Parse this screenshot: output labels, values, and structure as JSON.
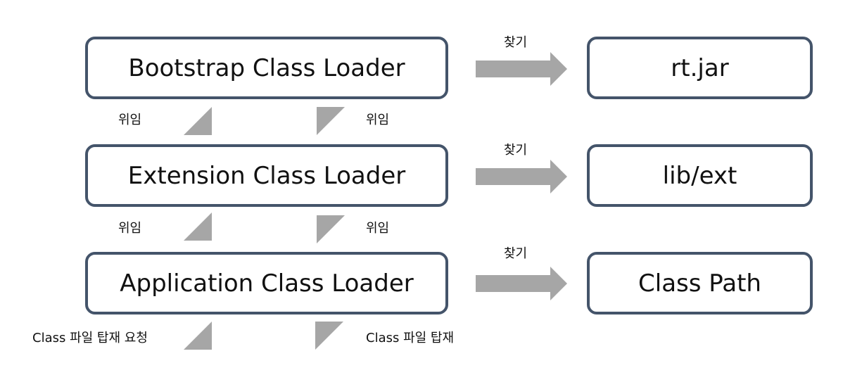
{
  "diagram": {
    "loaders": [
      {
        "label": "Bootstrap Class Loader",
        "target": "rt.jar",
        "find": "찾기"
      },
      {
        "label": "Extension Class Loader",
        "target": "lib/ext",
        "find": "찾기"
      },
      {
        "label": "Application Class Loader",
        "target": "Class Path",
        "find": "찾기"
      }
    ],
    "delegation": {
      "up_1": "위임",
      "down_1": "위임",
      "up_2": "위임",
      "down_2": "위임"
    },
    "requests": {
      "load_request": "Class 파일 탑재 요청",
      "load": "Class 파일 탑재"
    },
    "colors": {
      "box_border": "#44546a",
      "arrow_fill": "#a6a6a6",
      "text": "#111111"
    }
  }
}
